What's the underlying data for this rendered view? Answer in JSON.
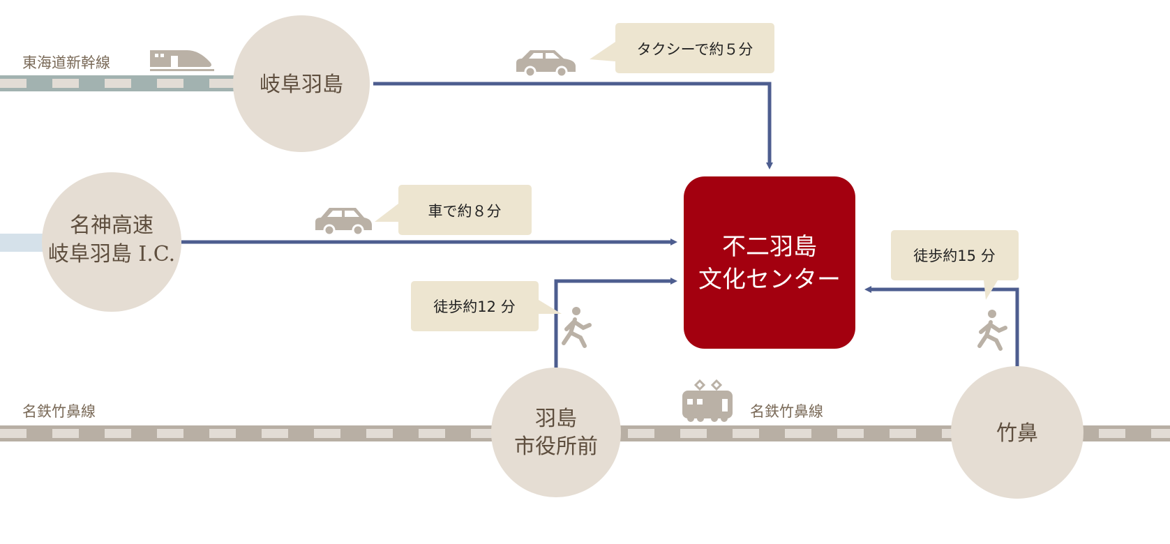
{
  "colors": {
    "route": "#4d5d8f",
    "station_fill": "#e5ddd3",
    "destination": "#a3000f",
    "bubble": "#ede5d0",
    "icon": "#bab1a6",
    "tokaido_track": "#a2b2b0",
    "meitetsu_track": "#b8afa4",
    "meishin_road": "#d5e1ea"
  },
  "lines": {
    "tokaido": "東海道新幹線",
    "meitetsu_left": "名鉄竹鼻線",
    "meitetsu_right": "名鉄竹鼻線"
  },
  "stations": {
    "gifu_hashima": "岐阜羽島",
    "meishin_line1": "名神高速",
    "meishin_line2": "岐阜羽島 I.C.",
    "hashima_shiyakusho_line1": "羽島",
    "hashima_shiyakusho_line2": "市役所前",
    "takehana": "竹鼻"
  },
  "destination": {
    "line1": "不二羽島",
    "line2": "文化センター"
  },
  "bubbles": {
    "taxi": "タクシーで約５分",
    "car": "車で約８分",
    "walk12": "徒歩約12 分",
    "walk15": "徒歩約15 分"
  },
  "icons": [
    "shinkansen-icon",
    "car-icon",
    "car-icon",
    "walker-icon",
    "walker-icon",
    "train-icon"
  ]
}
